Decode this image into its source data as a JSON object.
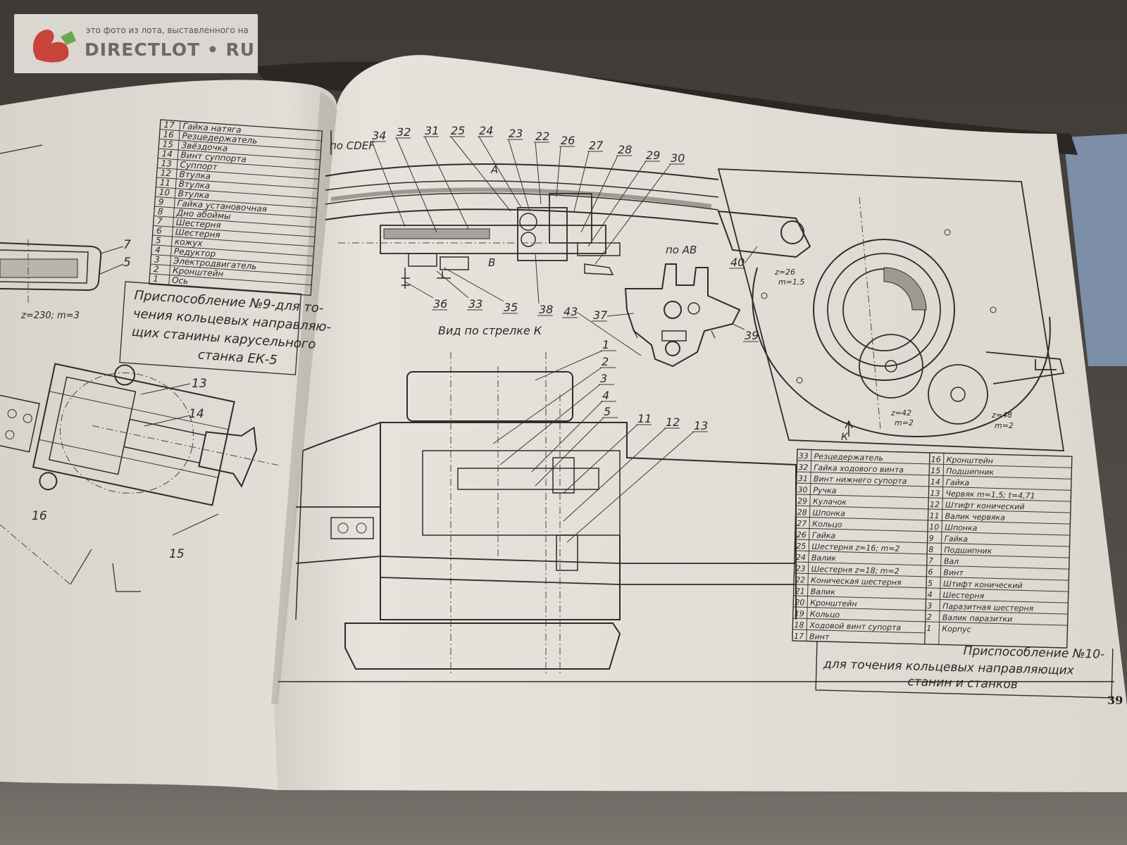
{
  "watermark": {
    "subtitle": "это фото из лота, выставленного на",
    "brand": "DIRECTLOT • RU"
  },
  "left_page": {
    "parts": [
      {
        "n": "17",
        "name": "Гайка натяга"
      },
      {
        "n": "16",
        "name": "Резцедержатель"
      },
      {
        "n": "15",
        "name": "Звёздочка"
      },
      {
        "n": "14",
        "name": "Винт суппорта"
      },
      {
        "n": "13",
        "name": "Суппорт"
      },
      {
        "n": "12",
        "name": "Втулка"
      },
      {
        "n": "11",
        "name": "Втулка"
      },
      {
        "n": "10",
        "name": "Втулка"
      },
      {
        "n": "9",
        "name": "Гайка установочная"
      },
      {
        "n": "8",
        "name": "Дно абоймы"
      },
      {
        "n": "7",
        "name": "Шестерня"
      },
      {
        "n": "6",
        "name": "Шестерня"
      },
      {
        "n": "5",
        "name": "кожух"
      },
      {
        "n": "4",
        "name": "Редуктор"
      },
      {
        "n": "3",
        "name": "Электродвигатель"
      },
      {
        "n": "2",
        "name": "Кронштейн"
      },
      {
        "n": "1",
        "name": "Ось"
      }
    ],
    "caption_lines": [
      "Приспособление №9-для то-",
      "чения кольцевых направляю-",
      "щих станины карусельного",
      "станка ЕК-5"
    ],
    "labels": {
      "gear_spec": "z=230; m=3",
      "l7": "7",
      "l5": "5",
      "l13": "13",
      "l14": "14",
      "l15": "15",
      "l16": "16"
    }
  },
  "right_page": {
    "section_label": "по CDEF",
    "view_label": "Вид по стрелке К",
    "section_ab": "по АВ",
    "arrow_a": "А",
    "arrow_b": "В",
    "arrow_k": "К",
    "page_number": "39",
    "top_callouts": [
      "34",
      "32",
      "31",
      "25",
      "24",
      "23",
      "22",
      "26",
      "27",
      "28",
      "29",
      "30"
    ],
    "lower_callouts": [
      "36",
      "33",
      "35",
      "38",
      "43",
      "37",
      "39",
      "40"
    ],
    "view_callouts": [
      "1",
      "2",
      "3",
      "4",
      "5",
      "11",
      "12",
      "13"
    ],
    "gear_specs": {
      "g1_z": "z=26",
      "g1_m": "m=1,5",
      "g2_z": "z=42",
      "g2_m": "m=2",
      "g3_z": "z=48",
      "g3_m": "m=2"
    },
    "parts_left": [
      {
        "n": "33",
        "name": "Резцедержатель"
      },
      {
        "n": "32",
        "name": "Гайка ходового винта"
      },
      {
        "n": "31",
        "name": "Винт нижнего супорта"
      },
      {
        "n": "30",
        "name": "Ручка"
      },
      {
        "n": "29",
        "name": "Кулачок"
      },
      {
        "n": "28",
        "name": "Шпонка"
      },
      {
        "n": "27",
        "name": "Кольцо"
      },
      {
        "n": "26",
        "name": "Гайка"
      },
      {
        "n": "25",
        "name": "Шестерня z=16; m=2"
      },
      {
        "n": "24",
        "name": "Валик"
      },
      {
        "n": "23",
        "name": "Шестерня z=18; m=2"
      },
      {
        "n": "22",
        "name": "Коническая шестерня"
      },
      {
        "n": "21",
        "name": "Валик"
      },
      {
        "n": "20",
        "name": "Кронштейн"
      },
      {
        "n": "19",
        "name": "Кольцо"
      },
      {
        "n": "18",
        "name": "Ходовой винт супорта"
      },
      {
        "n": "17",
        "name": "Винт"
      }
    ],
    "parts_right": [
      {
        "n": "16",
        "name": "Кронштейн"
      },
      {
        "n": "15",
        "name": "Подшипник"
      },
      {
        "n": "14",
        "name": "Гайка"
      },
      {
        "n": "13",
        "name": "Червяк m=1,5; t=4,71"
      },
      {
        "n": "12",
        "name": "Штифт конический"
      },
      {
        "n": "11",
        "name": "Валик червяка"
      },
      {
        "n": "10",
        "name": "Шпонка"
      },
      {
        "n": "9",
        "name": "Гайка"
      },
      {
        "n": "8",
        "name": "Подшипник"
      },
      {
        "n": "7",
        "name": "Вал"
      },
      {
        "n": "6",
        "name": "Винт"
      },
      {
        "n": "5",
        "name": "Штифт конический"
      },
      {
        "n": "4",
        "name": "Шестерня"
      },
      {
        "n": "3",
        "name": "Паразитная шестерня"
      },
      {
        "n": "2",
        "name": "Валик паразитки"
      },
      {
        "n": "1",
        "name": "Корпус"
      }
    ],
    "caption_lines": [
      "Приспособление №10-",
      "для точения кольцевых направляющих",
      "станин и станков"
    ]
  }
}
